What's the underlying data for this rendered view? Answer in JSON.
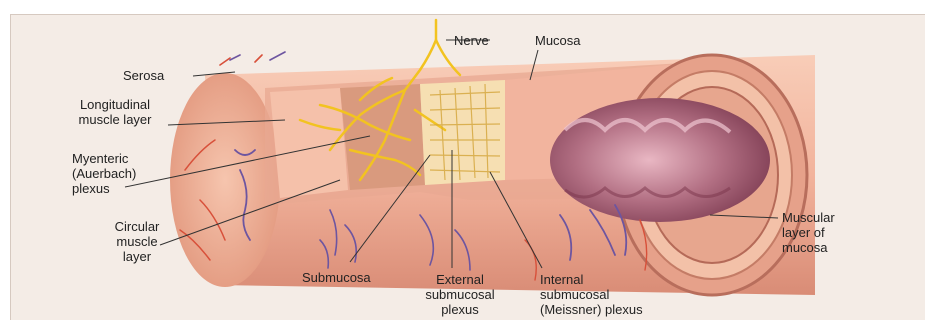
{
  "labels": {
    "nerve": "Nerve",
    "mucosa": "Mucosa",
    "serosa": "Serosa",
    "longitudinal": [
      "Longitudinal",
      "muscle layer"
    ],
    "myenteric": [
      "Myenteric",
      "(Auerbach)",
      "plexus"
    ],
    "circular": [
      "Circular",
      "muscle",
      "layer"
    ],
    "submucosa": "Submucosa",
    "external": [
      "External",
      "submucosal",
      "plexus"
    ],
    "internal": [
      "Internal",
      "submucosal",
      "(Meissner) plexus"
    ],
    "muscularis": [
      "Muscular",
      "layer of",
      "mucosa"
    ]
  },
  "colors": {
    "background": "#f4ece6",
    "tube_skin": "#f0b49c",
    "lumen": "#a0566c",
    "nerve": "#f2c320",
    "vessel_red": "#d8503a",
    "vessel_blue": "#6d55a0"
  }
}
